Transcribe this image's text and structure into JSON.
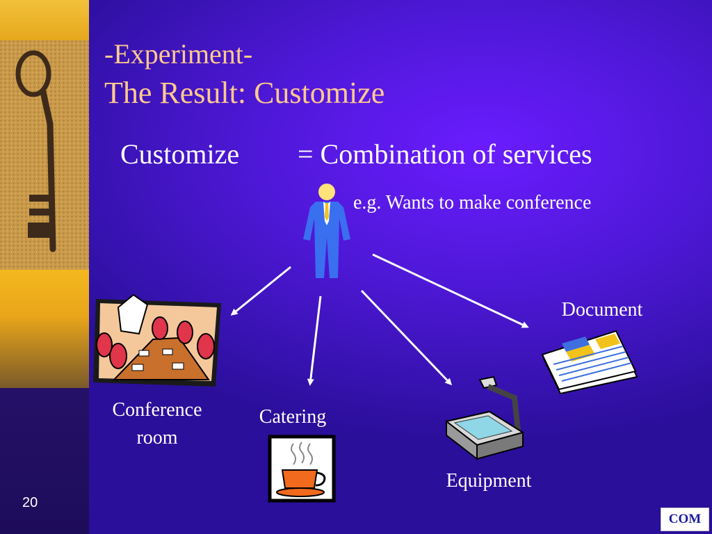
{
  "slide": {
    "title_line1": "-Experiment-",
    "title_line2": "The Result: Customize",
    "equation_left": "Customize",
    "equation_right": "= Combination of services",
    "example": "e.g.  Wants to make conference",
    "page_number": "20",
    "logo_label": "COM"
  },
  "services": {
    "conference_line1": "Conference",
    "conference_line2": "room",
    "catering": "Catering",
    "document": "Document",
    "equipment": "Equipment"
  },
  "colors": {
    "title": "#ffc98f",
    "text": "#ffffff",
    "background": "#4f18d8",
    "sidebar_gold": "#f2c23a"
  }
}
